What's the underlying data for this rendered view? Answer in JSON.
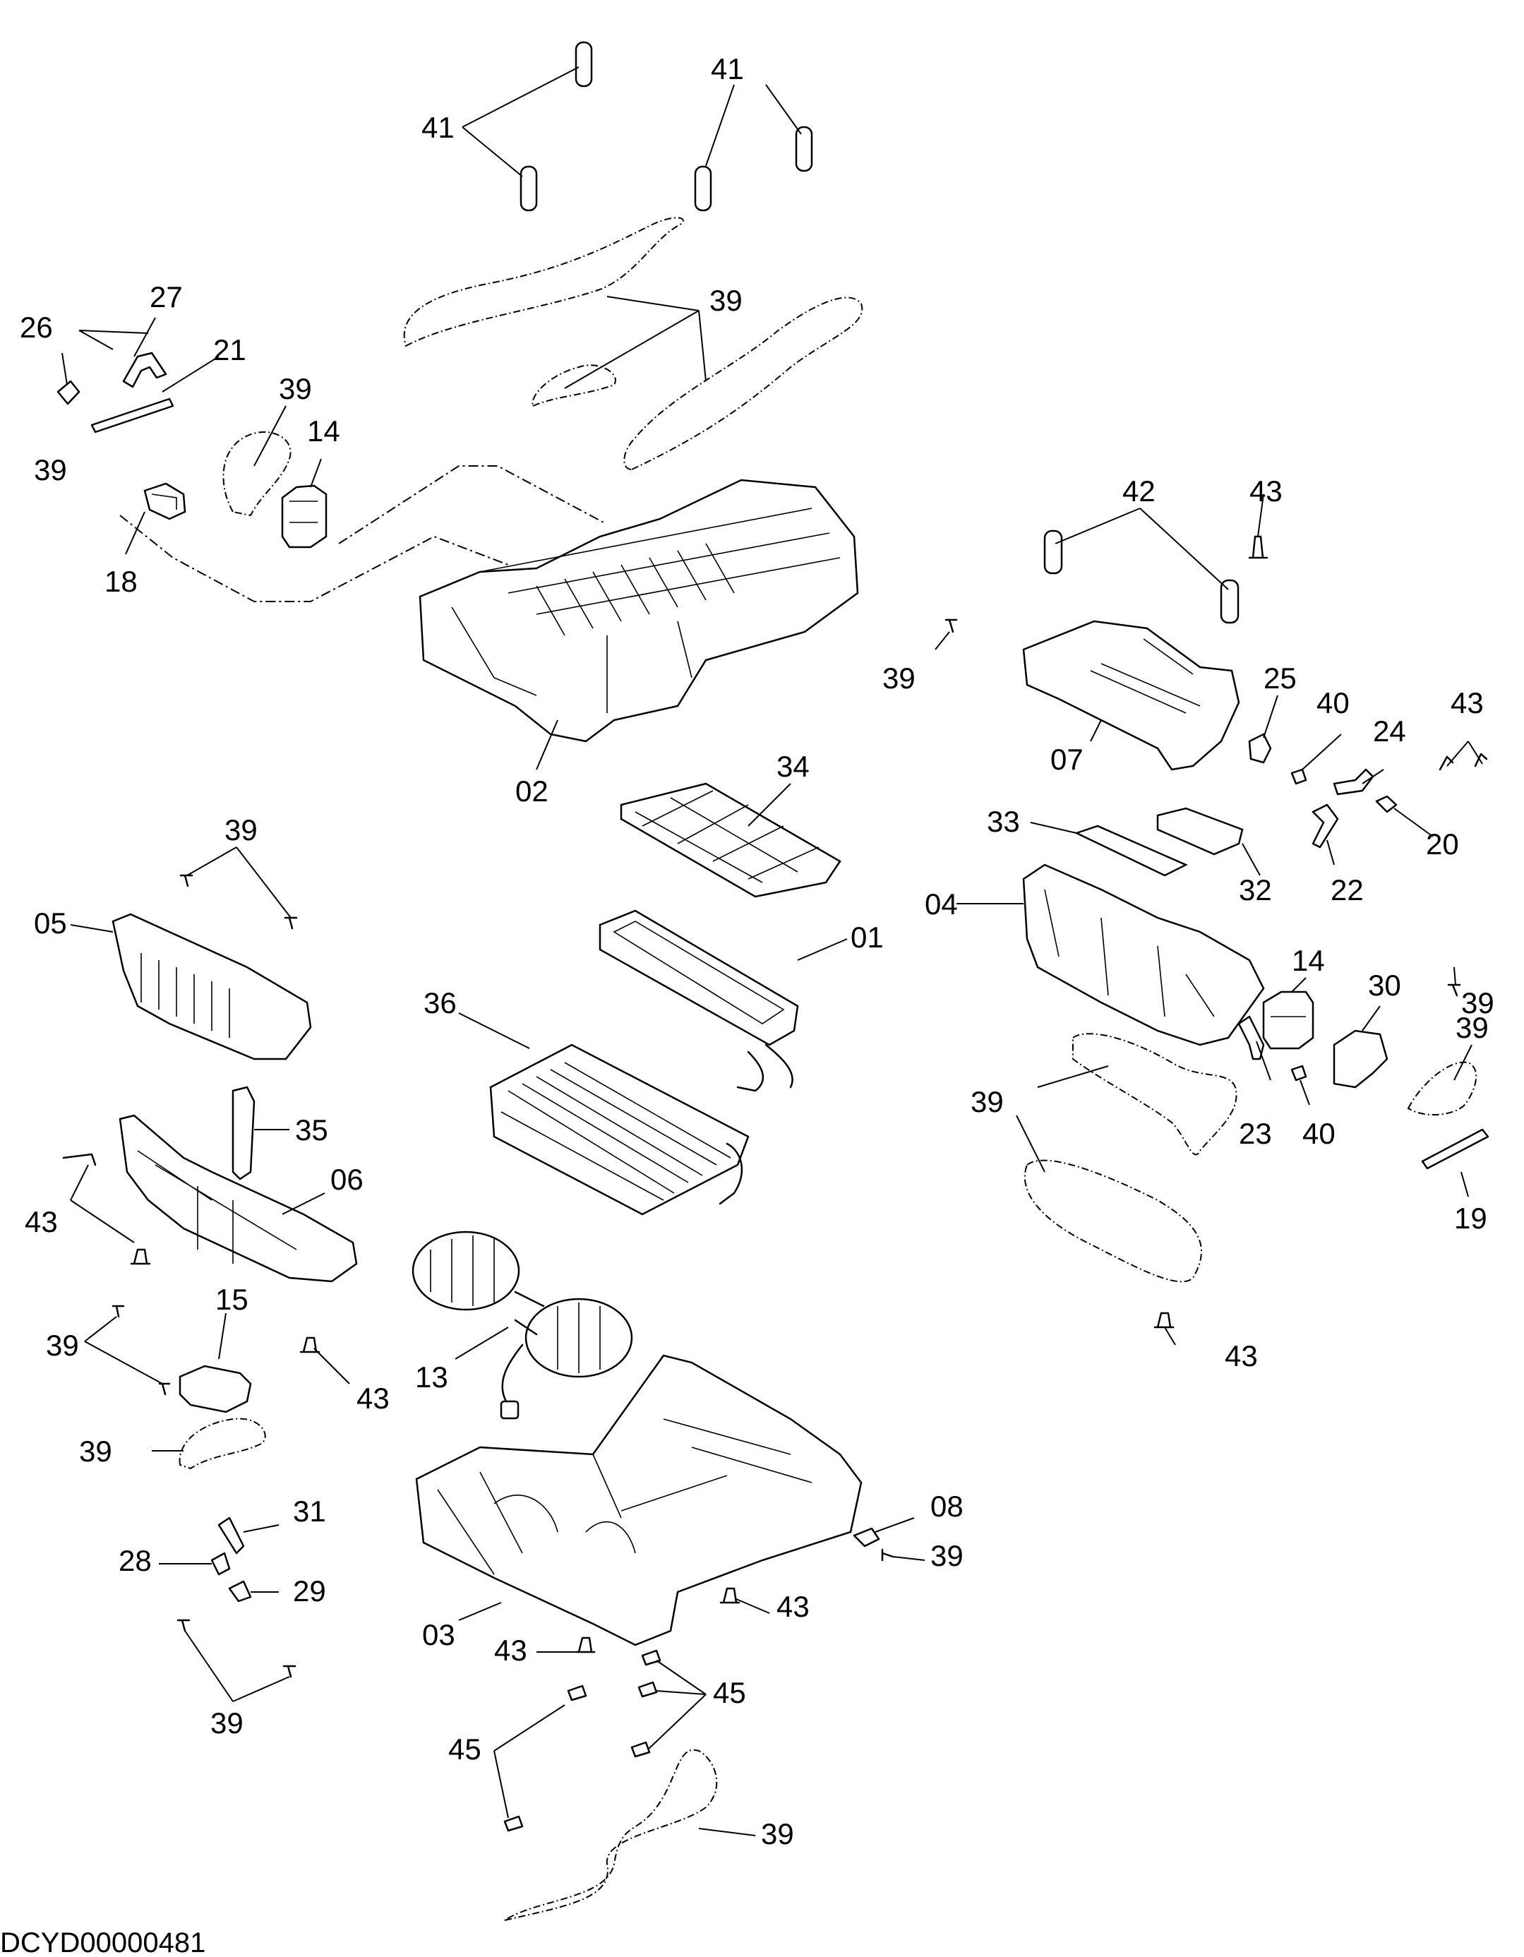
{
  "drawing_code": "DCYD00000481",
  "callouts": {
    "c41a": "41",
    "c41b": "41",
    "c39_top": "39",
    "c27": "27",
    "c26": "26",
    "c21": "21",
    "c39_l1": "39",
    "c14_l": "14",
    "c39_l2": "39",
    "c18": "18",
    "c42": "42",
    "c43_tr": "43",
    "c39_mid": "39",
    "c25": "25",
    "c40_a": "40",
    "c24": "24",
    "c43_r": "43",
    "c07": "07",
    "c02": "02",
    "c34": "34",
    "c33": "33",
    "c20": "20",
    "c32": "32",
    "c22": "22",
    "c39_l3": "39",
    "c01": "01",
    "c04": "04",
    "c14_r": "14",
    "c39_r1": "39",
    "c05": "05",
    "c36": "36",
    "c30": "30",
    "c39_r2": "39",
    "c35": "35",
    "c39_r3": "39",
    "c23": "23",
    "c40_b": "40",
    "c06": "06",
    "c43_l": "43",
    "c19": "19",
    "c15": "15",
    "c43_mr": "43",
    "c39_l4": "39",
    "c13": "13",
    "c43_m": "43",
    "c39_l5": "39",
    "c31": "31",
    "c08": "08",
    "c28": "28",
    "c39_m2": "39",
    "c29": "29",
    "c03": "03",
    "c43_b1": "43",
    "c39_l6": "39",
    "c43_b2": "43",
    "c45_a": "45",
    "c45_b": "45",
    "c39_b": "39"
  }
}
